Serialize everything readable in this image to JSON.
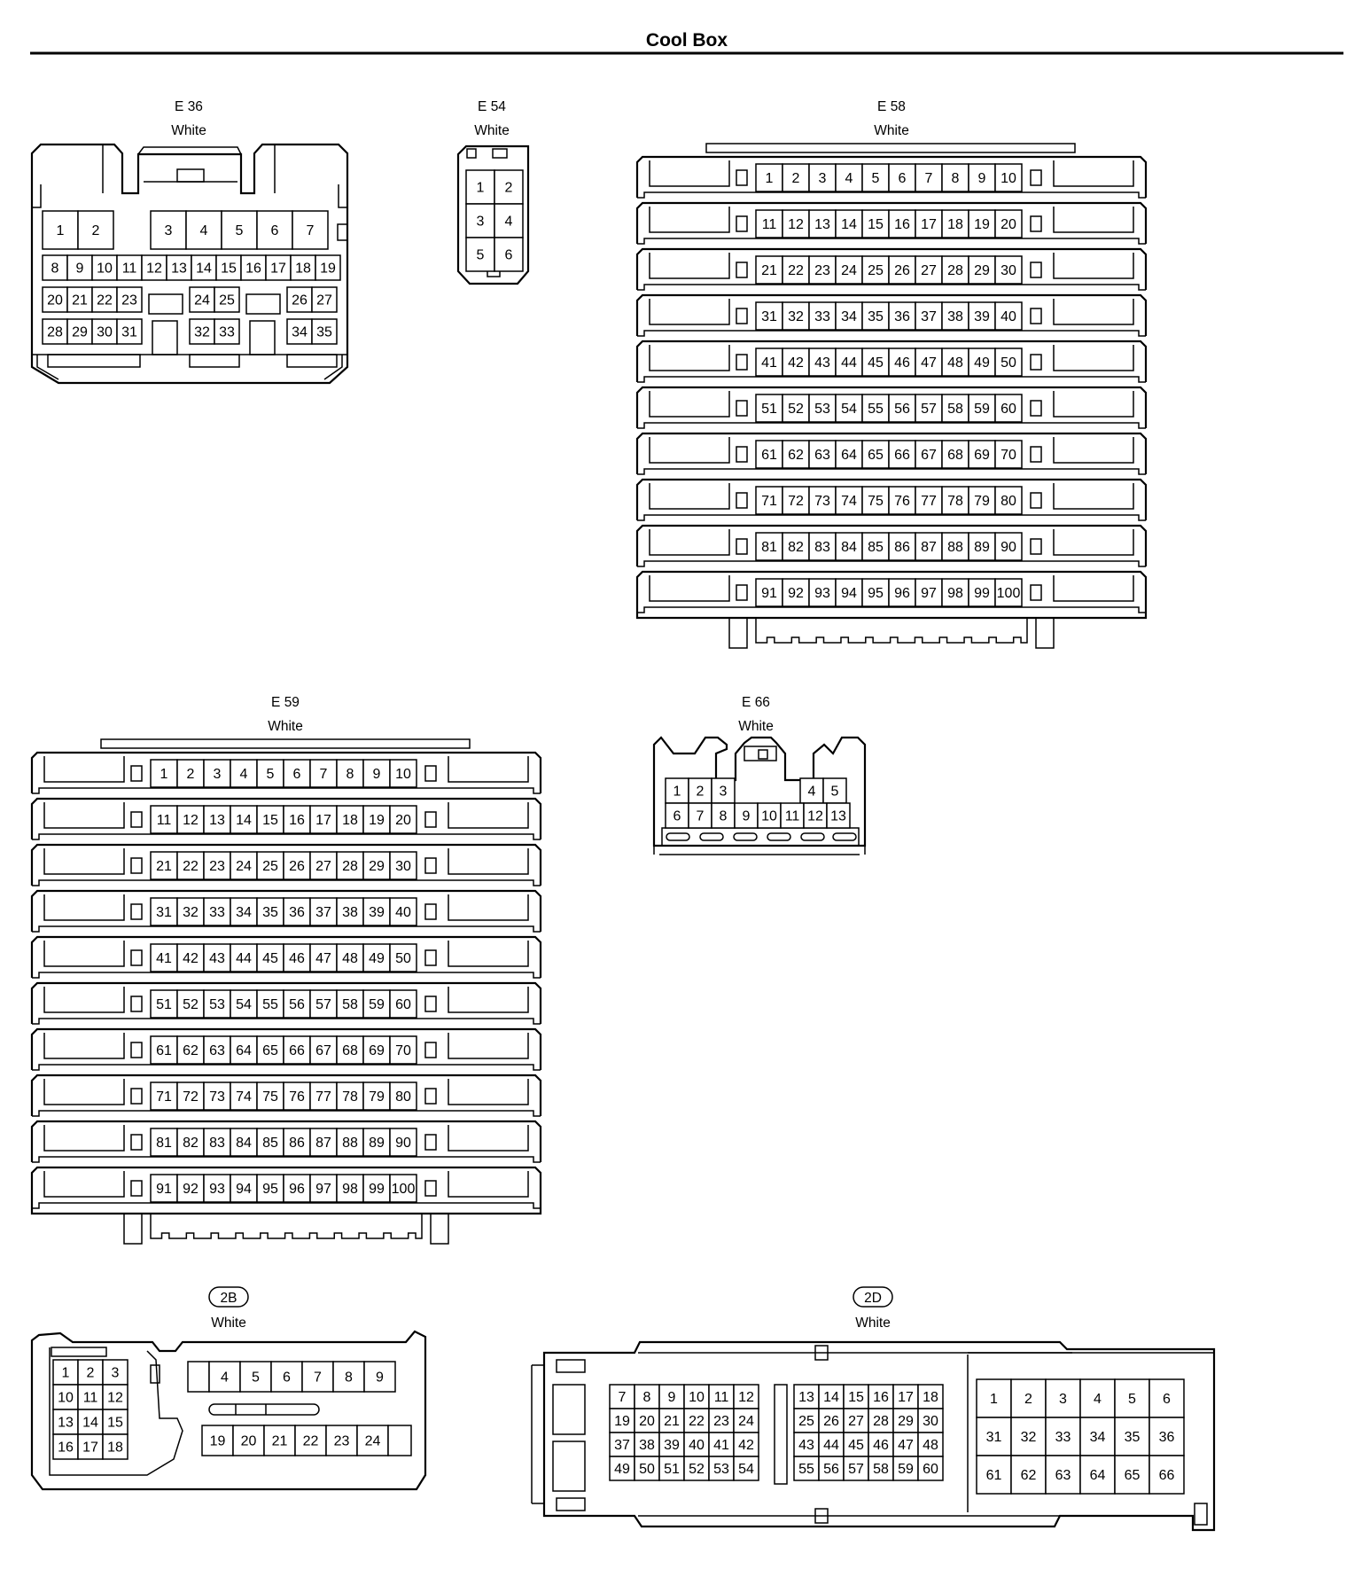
{
  "title": "Cool Box",
  "connectors": [
    {
      "id": "E36",
      "code": "E 36",
      "color": "White"
    },
    {
      "id": "E54",
      "code": "E 54",
      "color": "White"
    },
    {
      "id": "E58",
      "code": "E 58",
      "color": "White"
    },
    {
      "id": "E59",
      "code": "E 59",
      "color": "White"
    },
    {
      "id": "E66",
      "code": "E 66",
      "color": "White"
    },
    {
      "id": "J2B",
      "code": "2B",
      "color": "White"
    },
    {
      "id": "J2D",
      "code": "2D",
      "color": "White"
    }
  ],
  "pins": {
    "E36": {
      "r1a": [
        "1",
        "2"
      ],
      "r1b": [
        "3",
        "4",
        "5",
        "6",
        "7"
      ],
      "r2": [
        "8",
        "9",
        "10",
        "11",
        "12",
        "13",
        "14",
        "15",
        "16",
        "17",
        "18",
        "19"
      ],
      "r3a": [
        "20",
        "21",
        "22",
        "23"
      ],
      "r3b": [
        "24",
        "25"
      ],
      "r3c": [
        "26",
        "27"
      ],
      "r4a": [
        "28",
        "29",
        "30",
        "31"
      ],
      "r4b": [
        "32",
        "33"
      ],
      "r4c": [
        "34",
        "35"
      ]
    },
    "E54": [
      "1",
      "2",
      "3",
      "4",
      "5",
      "6"
    ],
    "E58": {
      "count": 100,
      "per_row": 10
    },
    "E59": {
      "count": 100,
      "per_row": 10
    },
    "E66": {
      "r1a": [
        "1",
        "2",
        "3"
      ],
      "r1b": [
        "4",
        "5"
      ],
      "r2": [
        "6",
        "7",
        "8",
        "9",
        "10",
        "11",
        "12",
        "13"
      ]
    },
    "J2B": {
      "left": [
        "1",
        "2",
        "3",
        "10",
        "11",
        "12",
        "13",
        "14",
        "15",
        "16",
        "17",
        "18"
      ],
      "top": [
        "4",
        "5",
        "6",
        "7",
        "8",
        "9"
      ],
      "bottom": [
        "19",
        "20",
        "21",
        "22",
        "23",
        "24"
      ]
    },
    "J2D": {
      "left": [
        "7",
        "8",
        "9",
        "10",
        "11",
        "12",
        "19",
        "20",
        "21",
        "22",
        "23",
        "24",
        "37",
        "38",
        "39",
        "40",
        "41",
        "42",
        "49",
        "50",
        "51",
        "52",
        "53",
        "54"
      ],
      "mid": [
        "13",
        "14",
        "15",
        "16",
        "17",
        "18",
        "25",
        "26",
        "27",
        "28",
        "29",
        "30",
        "43",
        "44",
        "45",
        "46",
        "47",
        "48",
        "55",
        "56",
        "57",
        "58",
        "59",
        "60"
      ],
      "right": [
        "1",
        "2",
        "3",
        "4",
        "5",
        "6",
        "31",
        "32",
        "33",
        "34",
        "35",
        "36",
        "61",
        "62",
        "63",
        "64",
        "65",
        "66"
      ]
    }
  }
}
